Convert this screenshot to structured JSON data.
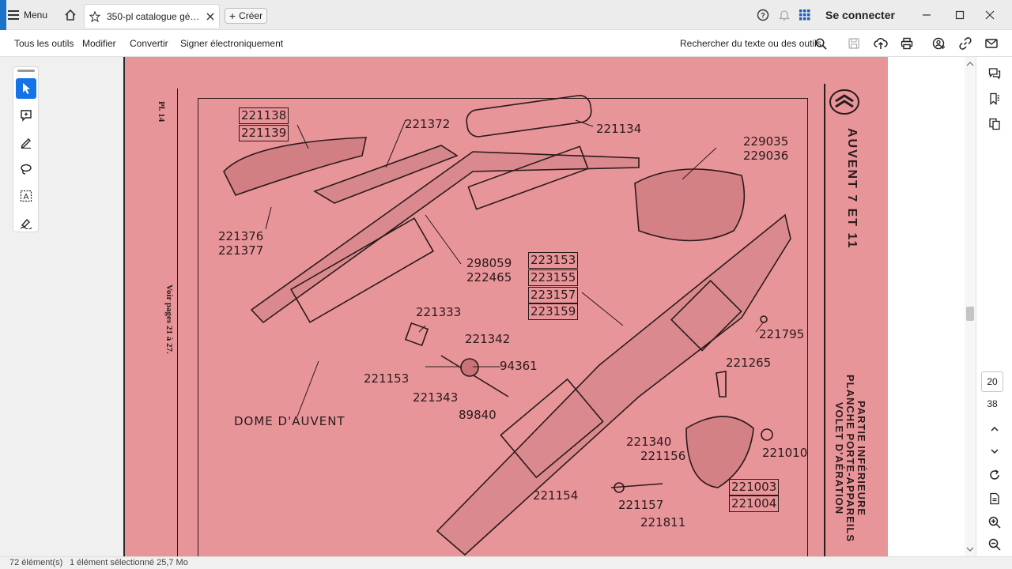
{
  "titlebar": {
    "menu_label": "Menu",
    "tab_title": "350-pl catalogue géné...",
    "create_label": "Créer",
    "signin_label": "Se connecter"
  },
  "toolbar": {
    "all_tools": "Tous les outils",
    "edit": "Modifier",
    "convert": "Convertir",
    "sign": "Signer électroniquement",
    "search_label": "Rechercher du texte ou des outils"
  },
  "document": {
    "plate_label": "Pl. 14",
    "see_pages": "Voir pages 21 à 27.",
    "title": "AUVENT 7 ET 11",
    "subtitle_lines": [
      "PARTIE INFÉRIEURE",
      "PLANCHE PORTE-APPAREILS",
      "VOLET D'AÉRATION"
    ],
    "dome_label": "DOME D'AUVENT",
    "part_numbers": {
      "p221138": "221138",
      "p221139": "221139",
      "p221372": "221372",
      "p221134": "221134",
      "p229035": "229035",
      "p229036": "229036",
      "p221376": "221376",
      "p221377": "221377",
      "p298059": "298059",
      "p222465": "222465",
      "p223153": "223153",
      "p223155": "223155",
      "p223157": "223157",
      "p223159": "223159",
      "p221333": "221333",
      "p221342": "221342",
      "p221795": "221795",
      "p221153": "221153",
      "p94361": "94361",
      "p221265": "221265",
      "p221343": "221343",
      "p89840": "89840",
      "p221340": "221340",
      "p221156": "221156",
      "p221010": "221010",
      "p221154": "221154",
      "p221157": "221157",
      "p221003": "221003",
      "p221004": "221004",
      "p221811": "221811"
    }
  },
  "navigation": {
    "current_page": "20",
    "total_pages": "38"
  },
  "statusbar": {
    "count": "72 élément(s)",
    "selection": "1 élément sélectionné  25,7 Mo"
  }
}
